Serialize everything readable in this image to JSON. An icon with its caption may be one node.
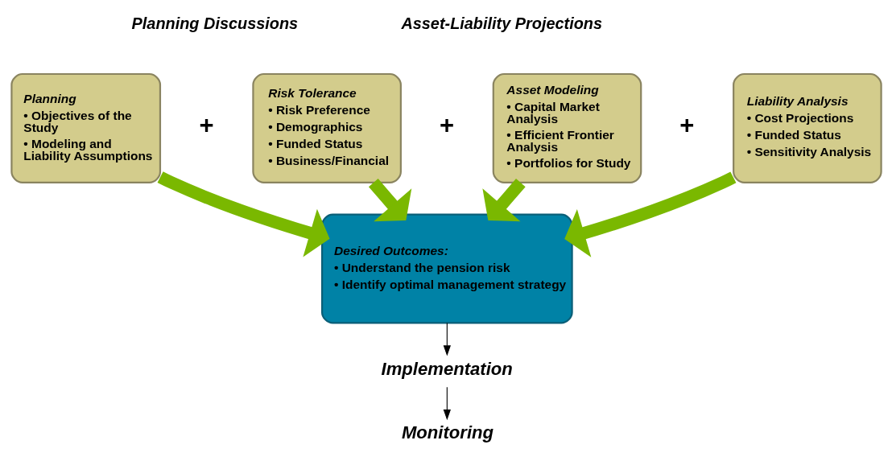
{
  "diagram": {
    "nodes": [
      {
        "text": [
          "Planning",
          "• Objectives of the Study",
          "• Modeling and Liability Assumptions"
        ]
      },
      {
        "text": [
          "Risk Tolerance",
          "• Risk Preference",
          "• Demographics",
          "• Funded Status",
          "• Business/Financial"
        ]
      },
      {
        "text": [
          "Asset Modeling",
          "• Capital Market Analysis",
          "• Efficient Frontier Analysis",
          "• Portfolios for Study"
        ]
      },
      {
        "text": [
          "Liability Analysis",
          "• Cost Projections",
          "• Funded Status",
          "• Sensitivity Analysis"
        ]
      },
      {
        "text": [
          "Desired Outcomes:",
          "• Understand the pension risk",
          "• Identify optimal management strategy"
        ]
      },
      {
        "text": [
          "Implementation"
        ]
      },
      {
        "text": [
          "Monitoring"
        ]
      }
    ],
    "edges": [
      {
        "from": 0,
        "to": 4,
        "arrow": "to"
      },
      {
        "from": 1,
        "to": 4,
        "arrow": "to"
      },
      {
        "from": 2,
        "to": 4,
        "arrow": "to"
      },
      {
        "from": 3,
        "to": 4,
        "arrow": "to"
      },
      {
        "from": 4,
        "to": 5,
        "arrow": "to",
        "color": "#000000"
      },
      {
        "from": 5,
        "to": 6,
        "arrow": "to",
        "color": "#000000"
      }
    ],
    "labels": [
      "Planning Discussions",
      "Asset-Liability Projections",
      "+",
      "+",
      "+"
    ]
  }
}
